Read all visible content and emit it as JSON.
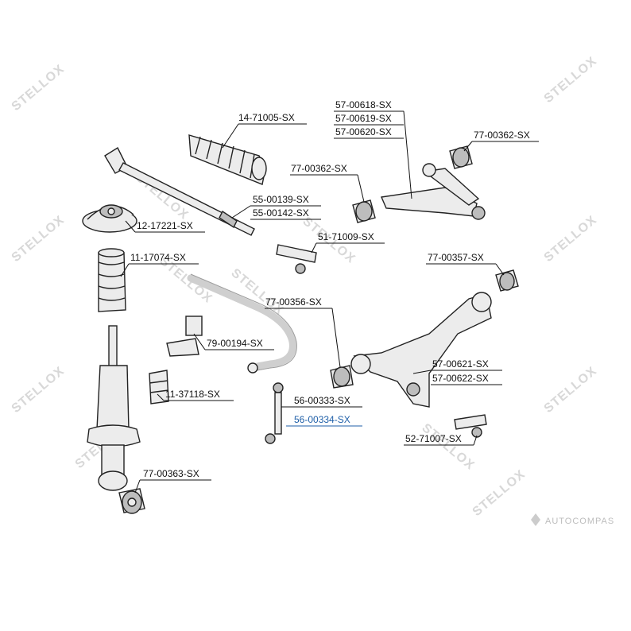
{
  "watermark": "STELLOX",
  "brand_footer": "AUTOCOMPAS",
  "colors": {
    "label": "#111111",
    "highlight": "#1f5fa8",
    "part_fill": "#ececec",
    "watermark": "#d8d8d8"
  },
  "parts": [
    {
      "id": "14-71005",
      "label": "14-71005-SX",
      "name": "steering-rack-boot"
    },
    {
      "id": "57-00618",
      "label": "57-00618-SX",
      "name": "upper-control-arm"
    },
    {
      "id": "57-00619",
      "label": "57-00619-SX",
      "name": "upper-control-arm"
    },
    {
      "id": "57-00620",
      "label": "57-00620-SX",
      "name": "upper-control-arm"
    },
    {
      "id": "77-00362-right",
      "label": "77-00362-SX",
      "name": "upper-arm-bushing-right"
    },
    {
      "id": "77-00362-left",
      "label": "77-00362-SX",
      "name": "upper-arm-bushing-left"
    },
    {
      "id": "55-00139",
      "label": "55-00139-SX",
      "name": "tie-rod"
    },
    {
      "id": "55-00142",
      "label": "55-00142-SX",
      "name": "tie-rod"
    },
    {
      "id": "12-17221",
      "label": "12-17221-SX",
      "name": "strut-mount"
    },
    {
      "id": "51-71009",
      "label": "51-71009-SX",
      "name": "tie-rod-end"
    },
    {
      "id": "11-17074",
      "label": "11-17074-SX",
      "name": "strut-dust-boot"
    },
    {
      "id": "77-00357",
      "label": "77-00357-SX",
      "name": "lower-arm-rear-bushing"
    },
    {
      "id": "77-00356",
      "label": "77-00356-SX",
      "name": "lower-arm-front-bushing"
    },
    {
      "id": "79-00194",
      "label": "79-00194-SX",
      "name": "stabilizer-bushing"
    },
    {
      "id": "57-00621",
      "label": "57-00621-SX",
      "name": "lower-control-arm"
    },
    {
      "id": "57-00622",
      "label": "57-00622-SX",
      "name": "lower-control-arm"
    },
    {
      "id": "11-37118",
      "label": "11-37118-SX",
      "name": "bump-stop"
    },
    {
      "id": "56-00333",
      "label": "56-00333-SX",
      "name": "stabilizer-link"
    },
    {
      "id": "56-00334",
      "label": "56-00334-SX",
      "name": "stabilizer-link",
      "highlight": true
    },
    {
      "id": "52-71007",
      "label": "52-71007-SX",
      "name": "ball-joint"
    },
    {
      "id": "77-00363",
      "label": "77-00363-SX",
      "name": "shock-lower-bushing"
    }
  ]
}
